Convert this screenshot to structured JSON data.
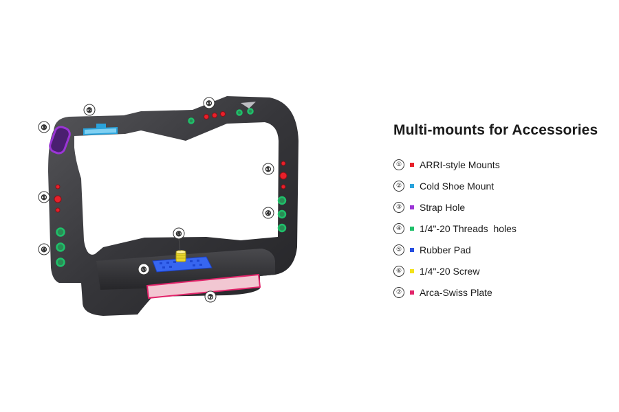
{
  "colors": {
    "arri": "#e8202a",
    "cold_shoe": "#2aa3dc",
    "strap": "#9b35d6",
    "threads": "#1fc06a",
    "rubber": "#2850e0",
    "screw": "#f3e21a",
    "arca": "#e2246a",
    "cage": "#3a3a3d"
  },
  "callouts": [
    {
      "id": "c1-top",
      "number": "①"
    },
    {
      "id": "c2",
      "number": "②"
    },
    {
      "id": "c3",
      "number": "③"
    },
    {
      "id": "c1-right",
      "number": "①"
    },
    {
      "id": "c1-left",
      "number": "①"
    },
    {
      "id": "c4-right",
      "number": "④"
    },
    {
      "id": "c4-left",
      "number": "④"
    },
    {
      "id": "c6",
      "number": "⑥"
    },
    {
      "id": "c5",
      "number": "⑤"
    },
    {
      "id": "c7",
      "number": "⑦"
    }
  ],
  "legend": {
    "title": "Multi-mounts for Accessories",
    "items": [
      {
        "number": "①",
        "label": "ARRI-style Mounts",
        "color": "#e8202a"
      },
      {
        "number": "②",
        "label": "Cold Shoe Mount",
        "color": "#2aa3dc"
      },
      {
        "number": "③",
        "label": "Strap Hole",
        "color": "#9b35d6"
      },
      {
        "number": "④",
        "label": "1/4\"-20 Threads  holes",
        "color": "#1fc06a"
      },
      {
        "number": "⑤",
        "label": "Rubber Pad",
        "color": "#2850e0"
      },
      {
        "number": "⑥",
        "label": "1/4\"-20 Screw",
        "color": "#f3e21a"
      },
      {
        "number": "⑦",
        "label": "Arca-Swiss Plate",
        "color": "#e2246a"
      }
    ]
  }
}
